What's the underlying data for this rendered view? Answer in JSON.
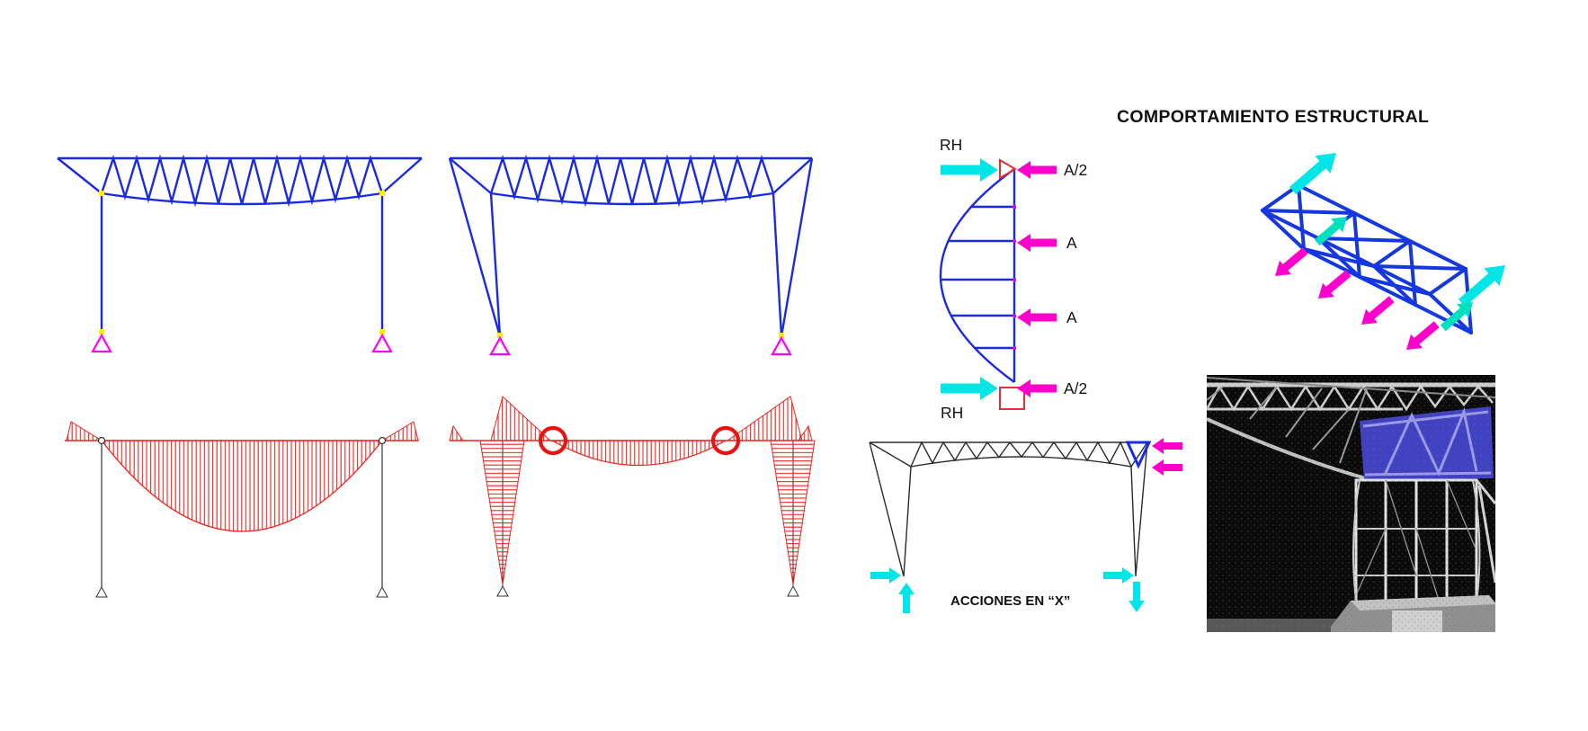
{
  "header": {
    "title": "COMPORTAMIENTO ESTRUCTURAL"
  },
  "load_diagram": {
    "reaction_label_top": "RH",
    "reaction_label_bottom": "RH",
    "loads": [
      "A/2",
      "A",
      "A",
      "A/2"
    ]
  },
  "actions_diagram": {
    "caption": "ACCIONES EN “X”"
  },
  "colors": {
    "structure_blue": "#1b2be4",
    "truss3d_blue": "#1437e0",
    "moment_red": "#ee2420",
    "zero_moment_circle_red": "#ee1111",
    "support_magenta": "#ff00ff",
    "arrow_magenta": "#ff00cc",
    "arrow_cyan": "#00e6e6",
    "node_yellow": "#ffee00",
    "highlight_panel_blue": "#4444cc",
    "frame_line_black": "#2b2b2b"
  }
}
